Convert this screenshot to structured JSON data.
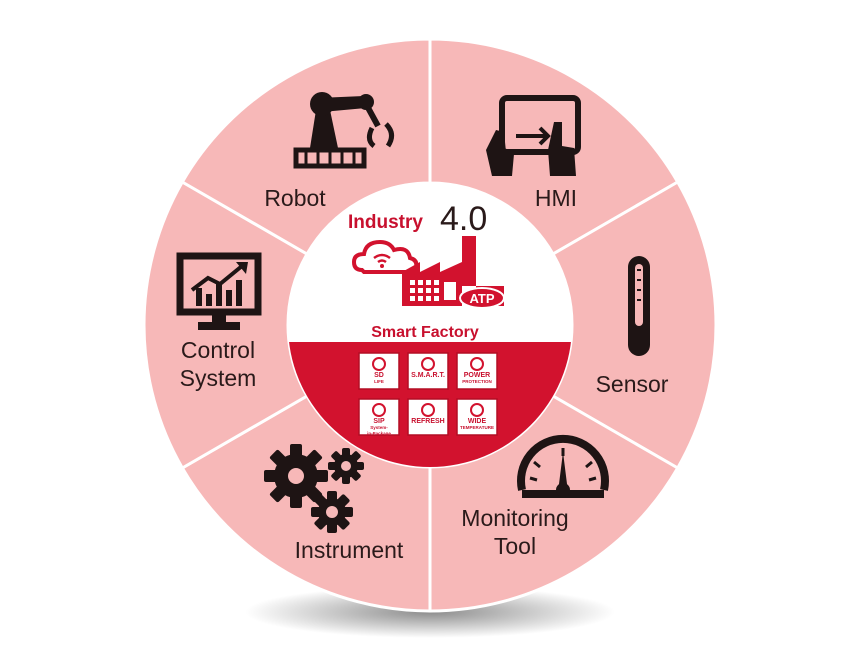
{
  "colors": {
    "segment_fill": "#f7b8b8",
    "accent_red": "#d2122e",
    "dark_red": "#b30d24",
    "icon_dark": "#1e1414",
    "center_white": "#ffffff"
  },
  "segments": [
    {
      "key": "robot",
      "label_lines": [
        "Robot"
      ],
      "icon": "robot-arm-icon"
    },
    {
      "key": "hmi",
      "label_lines": [
        "HMI"
      ],
      "icon": "touchscreen-hands-icon"
    },
    {
      "key": "sensor",
      "label_lines": [
        "Sensor"
      ],
      "icon": "thermometer-sensor-icon"
    },
    {
      "key": "monitoring",
      "label_lines": [
        "Monitoring",
        "Tool"
      ],
      "icon": "gauge-icon"
    },
    {
      "key": "instrument",
      "label_lines": [
        "Instrument"
      ],
      "icon": "gears-icon"
    },
    {
      "key": "control",
      "label_lines": [
        "Control",
        "System"
      ],
      "icon": "monitor-chart-icon"
    }
  ],
  "center": {
    "title_word": "Industry",
    "title_version": "4.0",
    "factory_badge": "ATP",
    "subtitle": "Smart Factory",
    "tiles": [
      {
        "key": "tile-life",
        "lines": [
          "SD",
          "LIFE"
        ],
        "icon": "life-chip-icon"
      },
      {
        "key": "tile-smart",
        "lines": [
          "S.M.A.R.T."
        ],
        "icon": "smart-monitor-icon"
      },
      {
        "key": "tile-power",
        "lines": [
          "POWER",
          "PROTECTION"
        ],
        "icon": "power-protection-icon"
      },
      {
        "key": "tile-sip",
        "lines": [
          "SIP",
          "System-",
          "in-Package"
        ],
        "icon": "sip-icon"
      },
      {
        "key": "tile-refresh",
        "lines": [
          "REFRESH"
        ],
        "icon": "refresh-icon"
      },
      {
        "key": "tile-wide",
        "lines": [
          "WIDE",
          "TEMPERATURE"
        ],
        "icon": "wide-temp-icon"
      }
    ]
  }
}
